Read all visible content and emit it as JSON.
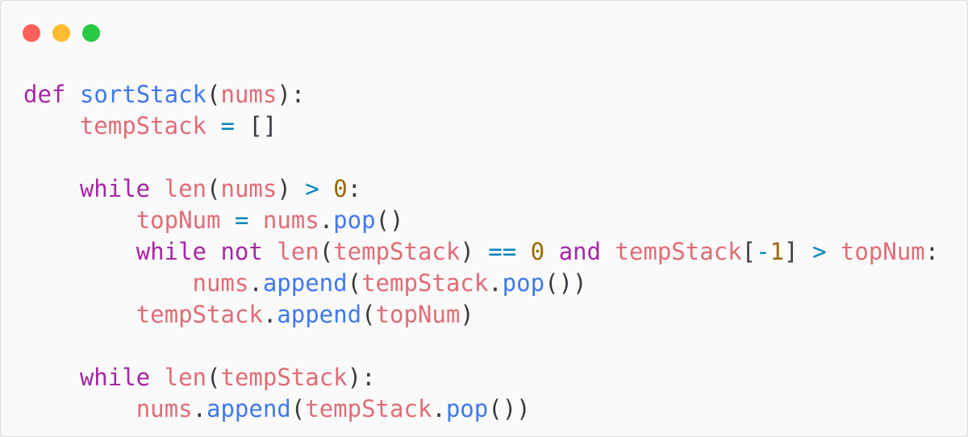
{
  "window": {
    "traffic_lights": {
      "close_color": "#ff5f57",
      "minimize_color": "#febc2e",
      "zoom_color": "#28c840"
    }
  },
  "code": {
    "language": "python",
    "lines": [
      [
        {
          "t": "def",
          "c": "kw"
        },
        {
          "t": " ",
          "c": "punc"
        },
        {
          "t": "sortStack",
          "c": "fn"
        },
        {
          "t": "(",
          "c": "punc"
        },
        {
          "t": "nums",
          "c": "var"
        },
        {
          "t": "):",
          "c": "punc"
        }
      ],
      [
        {
          "t": "    ",
          "c": "punc"
        },
        {
          "t": "tempStack",
          "c": "var"
        },
        {
          "t": " ",
          "c": "punc"
        },
        {
          "t": "=",
          "c": "op"
        },
        {
          "t": " []",
          "c": "punc"
        }
      ],
      [],
      [
        {
          "t": "    ",
          "c": "punc"
        },
        {
          "t": "while",
          "c": "kw"
        },
        {
          "t": " ",
          "c": "punc"
        },
        {
          "t": "len",
          "c": "var"
        },
        {
          "t": "(",
          "c": "punc"
        },
        {
          "t": "nums",
          "c": "var"
        },
        {
          "t": ")",
          "c": "punc"
        },
        {
          "t": " ",
          "c": "punc"
        },
        {
          "t": ">",
          "c": "op"
        },
        {
          "t": " ",
          "c": "punc"
        },
        {
          "t": "0",
          "c": "num"
        },
        {
          "t": ":",
          "c": "punc"
        }
      ],
      [
        {
          "t": "        ",
          "c": "punc"
        },
        {
          "t": "topNum",
          "c": "var"
        },
        {
          "t": " ",
          "c": "punc"
        },
        {
          "t": "=",
          "c": "op"
        },
        {
          "t": " ",
          "c": "punc"
        },
        {
          "t": "nums",
          "c": "var"
        },
        {
          "t": ".",
          "c": "punc"
        },
        {
          "t": "pop",
          "c": "fn"
        },
        {
          "t": "()",
          "c": "punc"
        }
      ],
      [
        {
          "t": "        ",
          "c": "punc"
        },
        {
          "t": "while",
          "c": "kw"
        },
        {
          "t": " ",
          "c": "punc"
        },
        {
          "t": "not",
          "c": "kw"
        },
        {
          "t": " ",
          "c": "punc"
        },
        {
          "t": "len",
          "c": "var"
        },
        {
          "t": "(",
          "c": "punc"
        },
        {
          "t": "tempStack",
          "c": "var"
        },
        {
          "t": ")",
          "c": "punc"
        },
        {
          "t": " ",
          "c": "punc"
        },
        {
          "t": "==",
          "c": "op"
        },
        {
          "t": " ",
          "c": "punc"
        },
        {
          "t": "0",
          "c": "num"
        },
        {
          "t": " ",
          "c": "punc"
        },
        {
          "t": "and",
          "c": "kw"
        },
        {
          "t": " ",
          "c": "punc"
        },
        {
          "t": "tempStack",
          "c": "var"
        },
        {
          "t": "[",
          "c": "punc"
        },
        {
          "t": "-",
          "c": "op"
        },
        {
          "t": "1",
          "c": "num"
        },
        {
          "t": "]",
          "c": "punc"
        },
        {
          "t": " ",
          "c": "punc"
        },
        {
          "t": ">",
          "c": "op"
        },
        {
          "t": " ",
          "c": "punc"
        },
        {
          "t": "topNum",
          "c": "var"
        },
        {
          "t": ":",
          "c": "punc"
        }
      ],
      [
        {
          "t": "            ",
          "c": "punc"
        },
        {
          "t": "nums",
          "c": "var"
        },
        {
          "t": ".",
          "c": "punc"
        },
        {
          "t": "append",
          "c": "fn"
        },
        {
          "t": "(",
          "c": "punc"
        },
        {
          "t": "tempStack",
          "c": "var"
        },
        {
          "t": ".",
          "c": "punc"
        },
        {
          "t": "pop",
          "c": "fn"
        },
        {
          "t": "())",
          "c": "punc"
        }
      ],
      [
        {
          "t": "        ",
          "c": "punc"
        },
        {
          "t": "tempStack",
          "c": "var"
        },
        {
          "t": ".",
          "c": "punc"
        },
        {
          "t": "append",
          "c": "fn"
        },
        {
          "t": "(",
          "c": "punc"
        },
        {
          "t": "topNum",
          "c": "var"
        },
        {
          "t": ")",
          "c": "punc"
        }
      ],
      [],
      [
        {
          "t": "    ",
          "c": "punc"
        },
        {
          "t": "while",
          "c": "kw"
        },
        {
          "t": " ",
          "c": "punc"
        },
        {
          "t": "len",
          "c": "var"
        },
        {
          "t": "(",
          "c": "punc"
        },
        {
          "t": "tempStack",
          "c": "var"
        },
        {
          "t": "):",
          "c": "punc"
        }
      ],
      [
        {
          "t": "        ",
          "c": "punc"
        },
        {
          "t": "nums",
          "c": "var"
        },
        {
          "t": ".",
          "c": "punc"
        },
        {
          "t": "append",
          "c": "fn"
        },
        {
          "t": "(",
          "c": "punc"
        },
        {
          "t": "tempStack",
          "c": "var"
        },
        {
          "t": ".",
          "c": "punc"
        },
        {
          "t": "pop",
          "c": "fn"
        },
        {
          "t": "())",
          "c": "punc"
        }
      ]
    ]
  }
}
